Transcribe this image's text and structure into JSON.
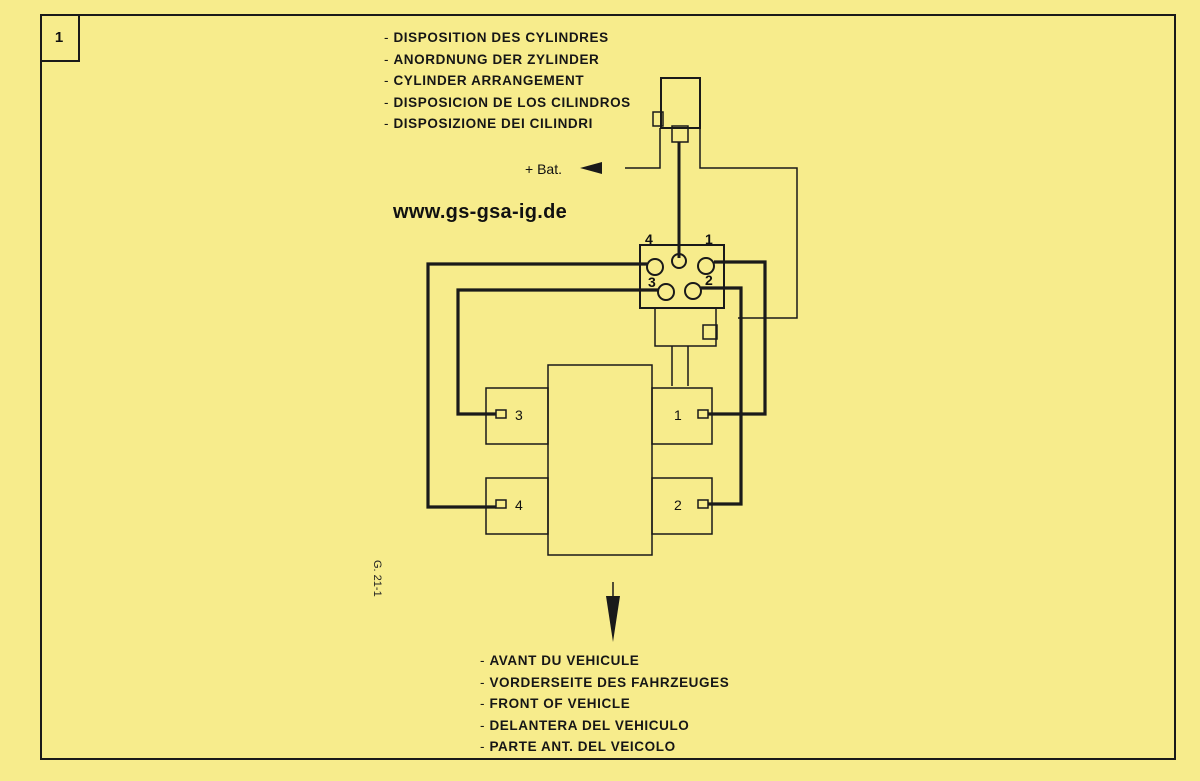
{
  "page_number": "1",
  "title_lines": [
    "DISPOSITION DES CYLINDRES",
    "ANORDNUNG DER ZYLINDER",
    "CYLINDER  ARRANGEMENT",
    "DISPOSICION DE LOS CILINDROS",
    "DISPOSIZIONE DEI CILINDRI"
  ],
  "front_lines": [
    "AVANT DU VEHICULE",
    "VORDERSEITE DES FAHRZEUGES",
    "FRONT OF VEHICLE",
    "DELANTERA DEL VEHICULO",
    "PARTE ANT. DEL VEICOLO"
  ],
  "website": "www.gs-gsa-ig.de",
  "battery_label": "+ Bat.",
  "drawing_ref": "G. 21-1",
  "distributor_terminals": [
    "4",
    "1",
    "3",
    "2"
  ],
  "cylinders": [
    "3",
    "1",
    "4",
    "2"
  ],
  "colors": {
    "paper": "#f7ec8c",
    "ink": "#1a1a1a"
  }
}
